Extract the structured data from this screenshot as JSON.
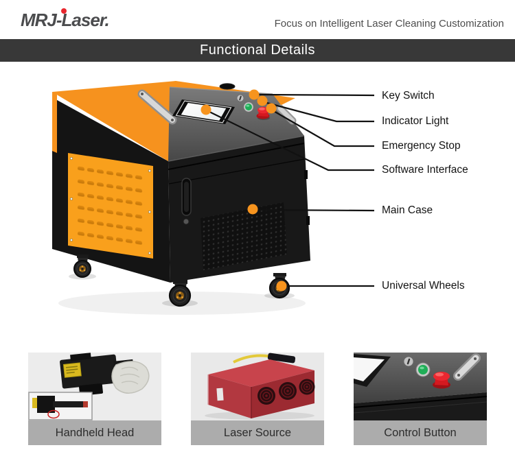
{
  "header": {
    "logo_text": "MRJ-Laser.",
    "slogan": "Focus on Intelligent Laser Cleaning Customization"
  },
  "banner": {
    "title": "Functional Details",
    "bg_color": "#383838"
  },
  "diagram": {
    "dot_color": "#F7941E",
    "line_color": "#111111",
    "callouts": [
      {
        "label": "Key Switch"
      },
      {
        "label": "Indicator Light"
      },
      {
        "label": "Emergency Stop"
      },
      {
        "label": "Software Interface"
      },
      {
        "label": "Main Case"
      },
      {
        "label": "Universal Wheels"
      }
    ]
  },
  "machine": {
    "body_color": "#141414",
    "roof_color": "#F6921E",
    "vent_panel_color": "#F9A01C",
    "control_panel_color": "#5a5a5a",
    "emergency_button_color": "#e32129",
    "indicator_button_color": "#1fae57"
  },
  "thumbnails": [
    {
      "caption": "Handheld Head"
    },
    {
      "caption": "Laser Source"
    },
    {
      "caption": "Control Button"
    }
  ]
}
